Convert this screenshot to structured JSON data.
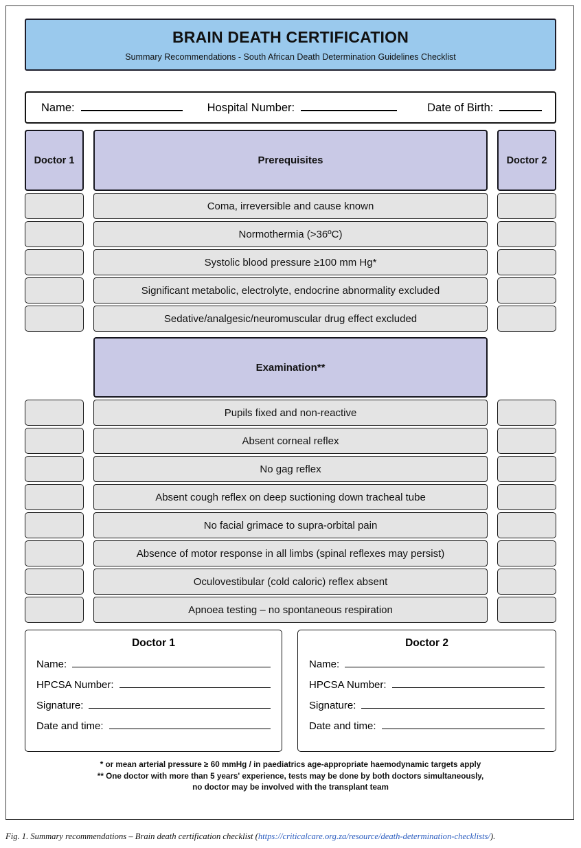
{
  "title": {
    "main": "BRAIN DEATH CERTIFICATION",
    "subtitle": "Summary Recommendations - South African Death Determination Guidelines Checklist"
  },
  "patient_bar": {
    "name_label": "Name:",
    "name_value": "",
    "hospital_label": "Hospital Number:",
    "hospital_value": "",
    "dob_label": "Date of Birth:",
    "dob_value": ""
  },
  "prerequisites": {
    "doctor1_header": "Doctor 1",
    "section_header": "Prerequisites",
    "doctor2_header": "Doctor 2",
    "items": [
      "Coma, irreversible and cause known",
      "Normothermia (>36ºC)",
      "Systolic blood pressure ≥100 mm Hg*",
      "Significant metabolic, electrolyte, endocrine abnormality excluded",
      "Sedative/analgesic/neuromuscular drug effect excluded"
    ]
  },
  "examination": {
    "section_header": "Examination**",
    "items": [
      "Pupils fixed and non-reactive",
      "Absent corneal reflex",
      "No gag reflex",
      "Absent cough reflex on deep suctioning down tracheal tube",
      "No facial grimace to supra-orbital pain",
      "Absence of motor response in all limbs (spinal reflexes may persist)",
      "Oculovestibular (cold caloric) reflex absent",
      "Apnoea testing – no spontaneous respiration"
    ]
  },
  "signatures": {
    "doctor1": {
      "title": "Doctor 1",
      "name_label": "Name:",
      "hpcsa_label": "HPCSA Number:",
      "signature_label": "Signature:",
      "datetime_label": "Date and time:"
    },
    "doctor2": {
      "title": "Doctor 2",
      "name_label": "Name:",
      "hpcsa_label": "HPCSA Number:",
      "signature_label": "Signature:",
      "datetime_label": "Date and time:"
    }
  },
  "footnotes": [
    "* or mean arterial pressure ≥ 60 mmHg / in paediatrics age-appropriate haemodynamic targets apply",
    "** One doctor with more than 5 years' experience, tests may be done by both doctors simultaneously,",
    "no doctor may be involved with the transplant team"
  ],
  "caption": {
    "prefix": "Fig. 1. Summary recommendations – Brain death certification checklist (",
    "link": "https://criticalcare.org.za/resource/death-determination-checklists/",
    "suffix": ").",
    "link_color": "#2a5cbf"
  },
  "colors": {
    "banner_blue": "#9ac9ed",
    "section_lavender": "#c9c9e6",
    "row_gray": "#e4e4e4",
    "border_dark": "#16161e"
  }
}
